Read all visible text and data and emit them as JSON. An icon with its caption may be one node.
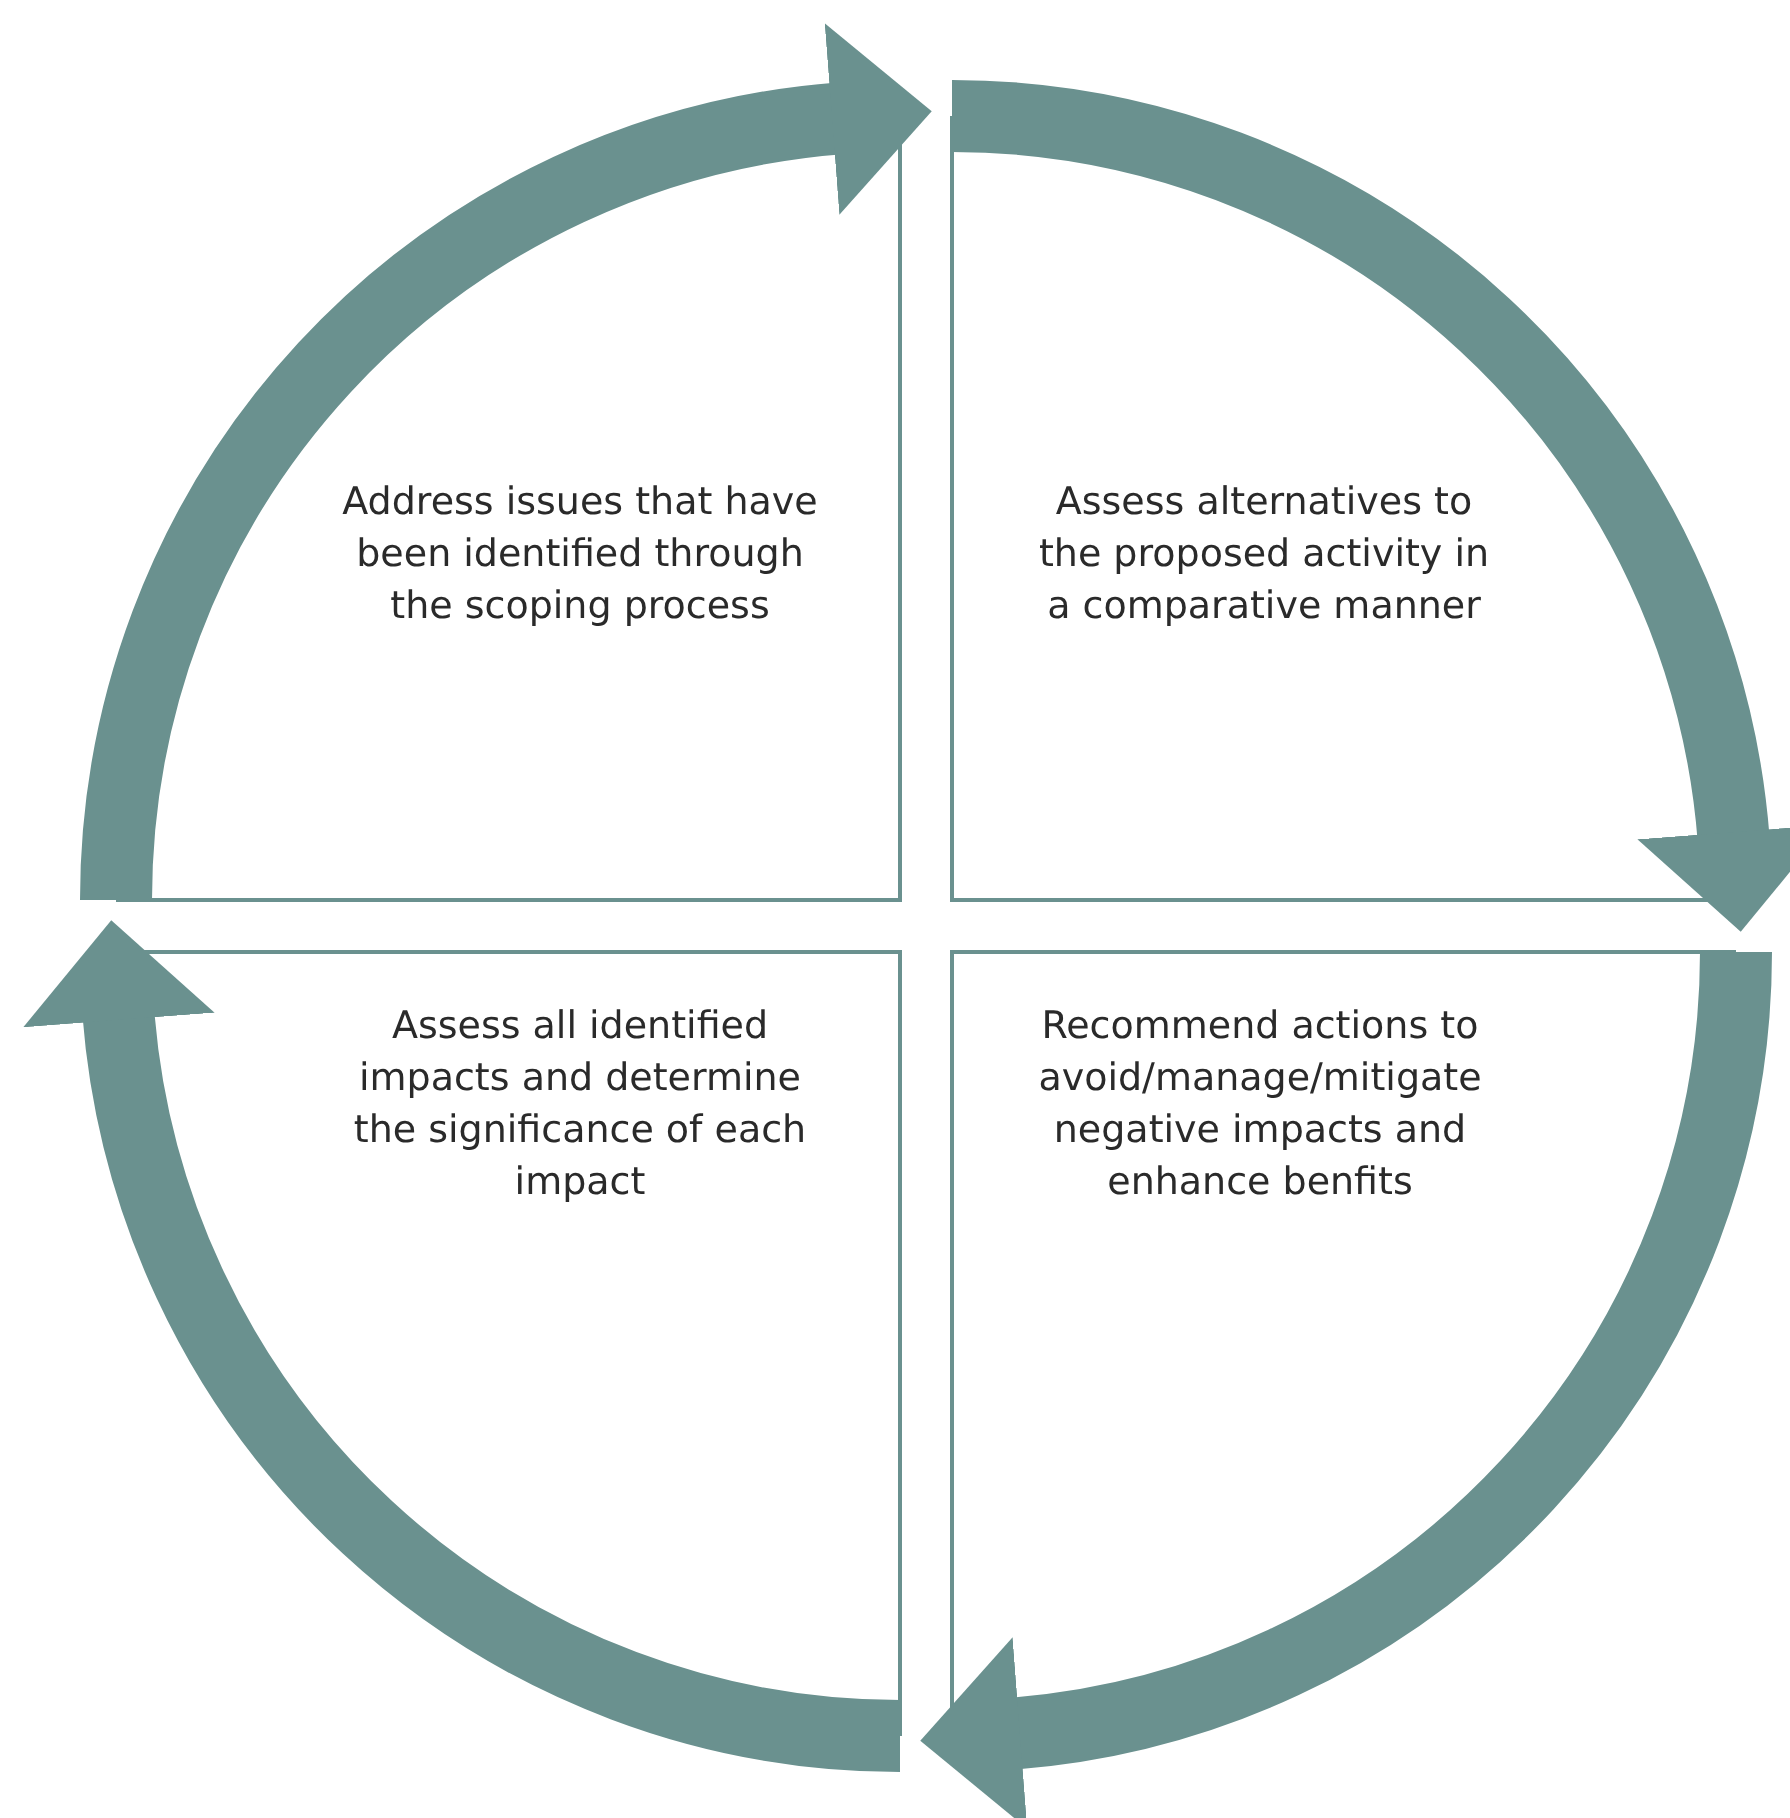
{
  "diagram": {
    "nodes": [
      {
        "text": [
          "Address issues that have been identified through the scoping process"
        ]
      },
      {
        "text": [
          "Assess alternatives to the proposed activity in a comparative manner"
        ]
      },
      {
        "text": [
          "Assess all identified impacts and determine the significance of each impact"
        ]
      },
      {
        "text": [
          "Recommend actions to avoid/manage/mitigate negative impacts and enhance benfits"
        ]
      }
    ],
    "edges": [
      {
        "from": 0,
        "to": 1,
        "arrow": "to"
      },
      {
        "from": 1,
        "to": 3,
        "arrow": "to"
      },
      {
        "from": 3,
        "to": 2,
        "arrow": "to"
      },
      {
        "from": 2,
        "to": 0,
        "arrow": "to"
      }
    ]
  }
}
